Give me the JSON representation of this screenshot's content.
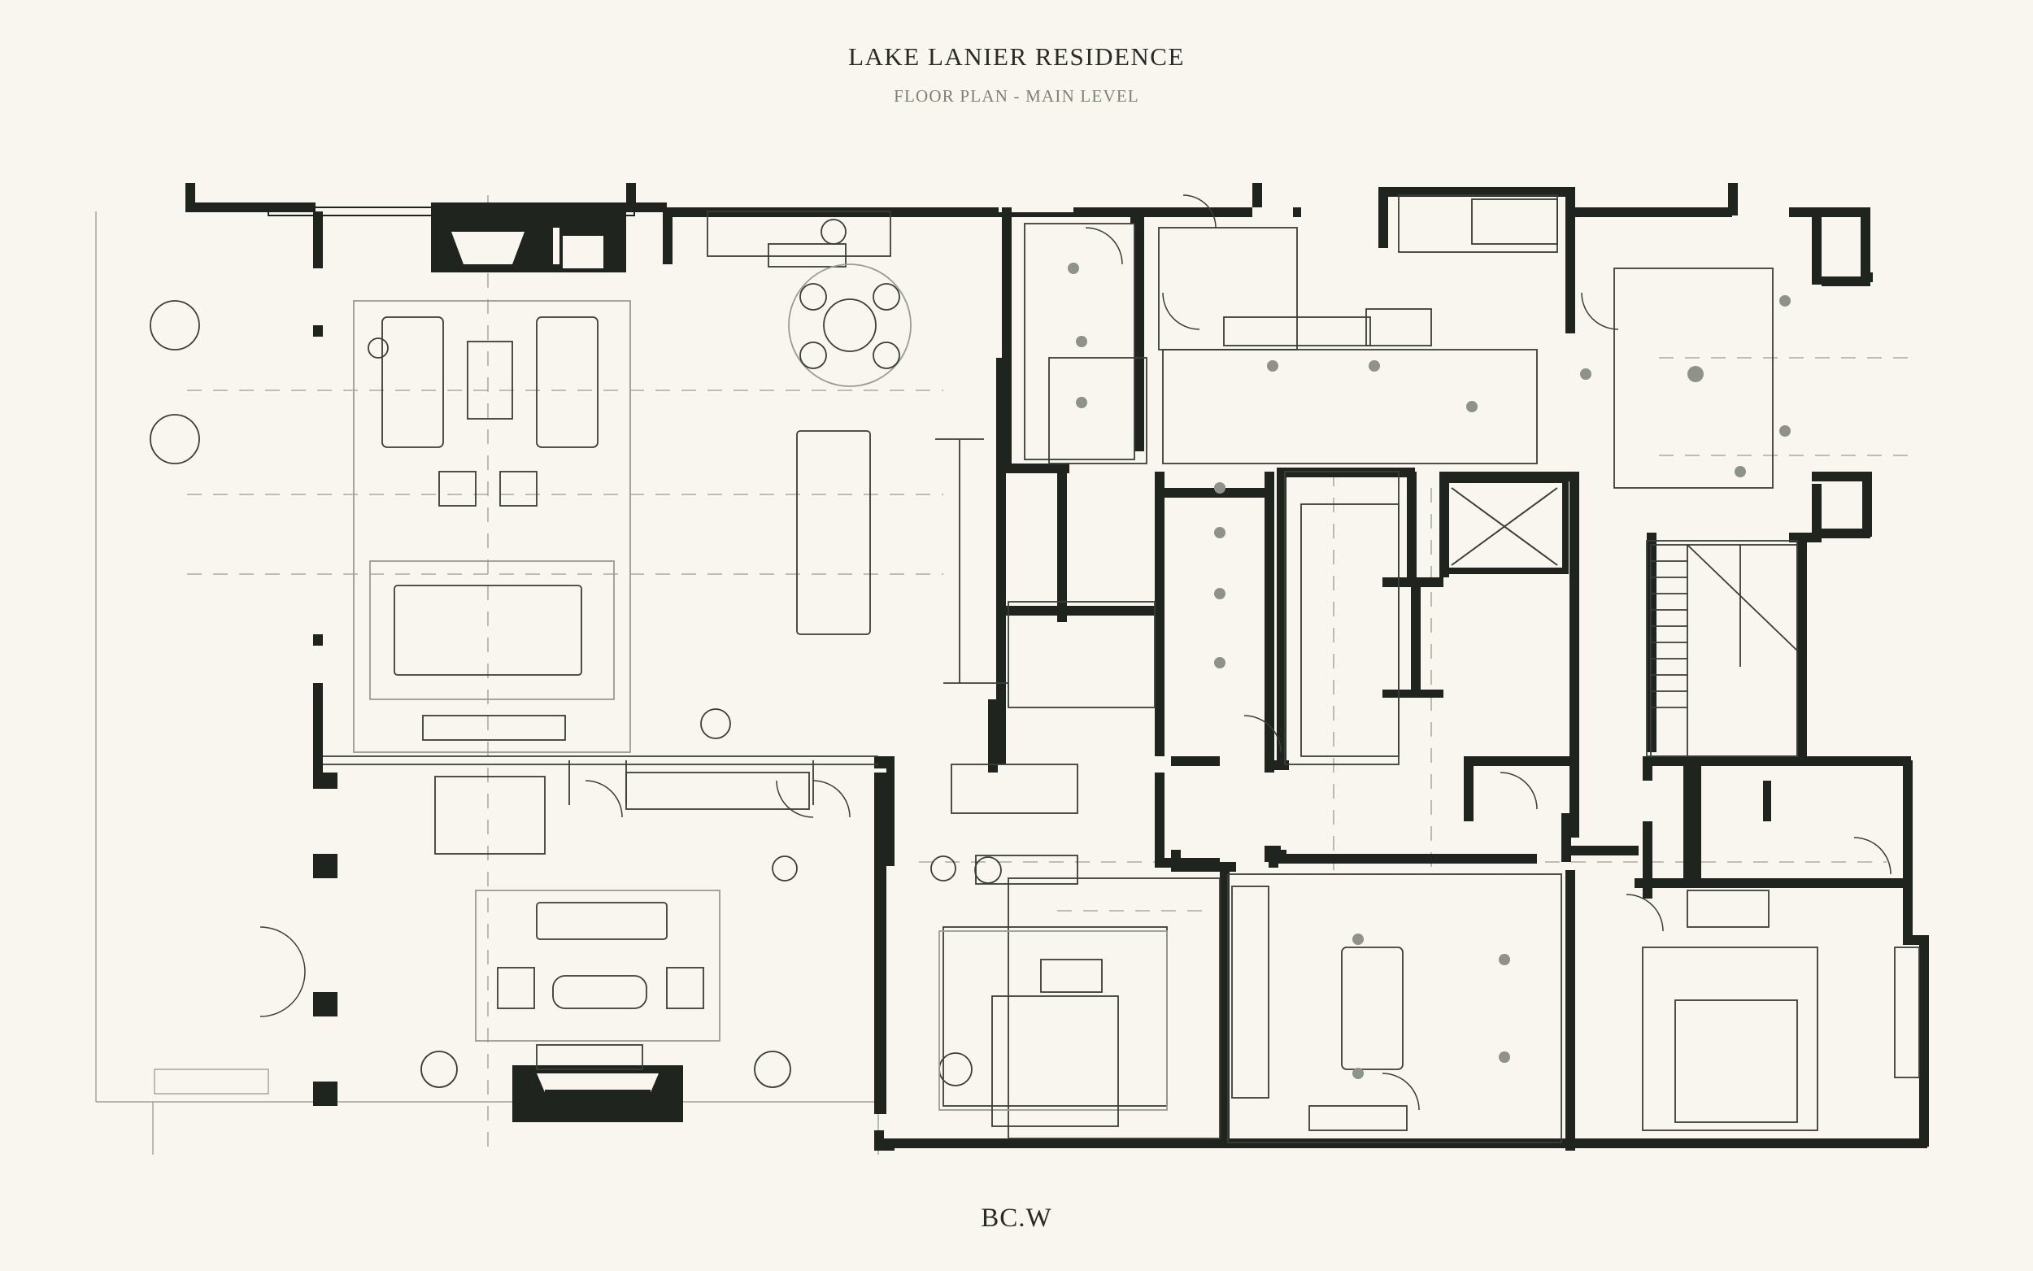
{
  "header": {
    "title": "LAKE LANIER RESIDENCE",
    "subtitle": "FLOOR PLAN - MAIN LEVEL"
  },
  "footer": {
    "logo": "BC.W"
  },
  "colors": {
    "background": "#f8f6ee",
    "wall": "#1f241f",
    "line": "#3a3e36",
    "thin_line": "#9a9c92"
  }
}
